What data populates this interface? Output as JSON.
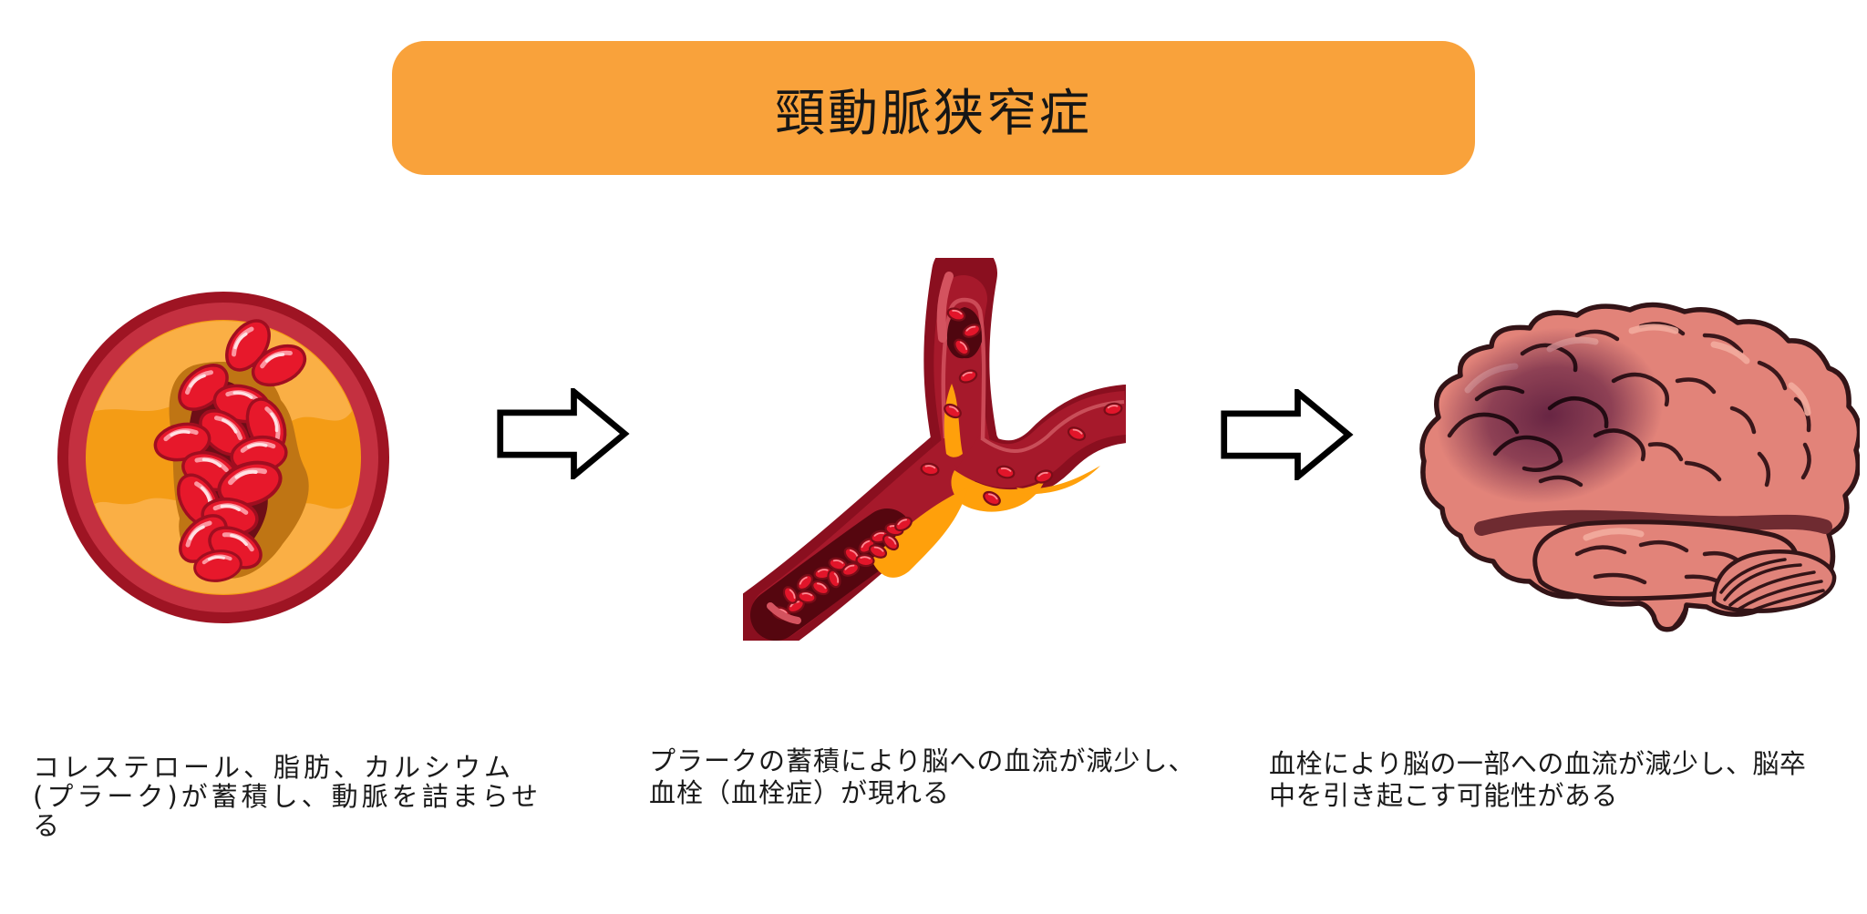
{
  "banner": {
    "title": "頸動脈狭窄症"
  },
  "stages": [
    {
      "illustration": "clogged-artery-cross-section",
      "caption": "コレステロール、脂肪、カルシウム\n(プラーク)が蓄積し、動脈を詰まらせ\nる"
    },
    {
      "illustration": "carotid-bifurcation-with-plaque-and-thrombus",
      "caption": "プラークの蓄積により脳への血流が減少し、\n血栓（血栓症）が現れる"
    },
    {
      "illustration": "brain-with-ischemic-region",
      "caption": "血栓により脳の一部への血流が減少し、脳卒\n中を引き起こす可能性がある"
    }
  ],
  "flow_arrows": [
    {
      "name": "flow-arrow-1",
      "direction": "right"
    },
    {
      "name": "flow-arrow-2",
      "direction": "right"
    }
  ],
  "colors": {
    "banner_orange": "#F9A23B",
    "title_text": "#161616",
    "caption_text": "#1A1A1A",
    "background": "#FFFFFF",
    "artery_dark_red": "#9E1423",
    "artery_ring_red": "#C43040",
    "plaque_orange_base": "#F49C15",
    "plaque_light_orange": "#FAAF45",
    "plaque_tan": "#BF7514",
    "lumen_channel_dark": "#6E0E17",
    "blood_cell_red": "#E7182B",
    "vessel_wall_dark": "#8A0F1F",
    "vessel_lumen_crimson": "#A6192B",
    "vessel_plaque_orange": "#FFA00B",
    "thrombus_dark": "#55060F",
    "brain_salmon": "#E28379",
    "brain_outline": "#331417",
    "ischemia_purple": "#7B4B93",
    "arrow_fill": "#FFFFFF",
    "arrow_stroke": "#000000"
  }
}
